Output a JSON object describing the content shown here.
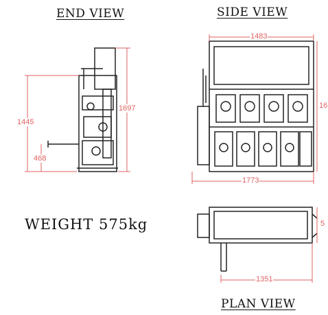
{
  "titles": {
    "end_view": "END VIEW",
    "side_view": "SIDE VIEW",
    "plan_view": "PLAN VIEW"
  },
  "weight_text": "WEIGHT 575kg",
  "dimensions": {
    "end_height_total": "1445",
    "end_height_frame": "1697",
    "end_base_height": "468",
    "side_width_top": "1483",
    "side_width_bottom": "1773",
    "side_height_partial": "16",
    "plan_width": "1351",
    "plan_depth_partial": "5"
  },
  "colors": {
    "dimension": "#e06060",
    "line": "#222222"
  }
}
